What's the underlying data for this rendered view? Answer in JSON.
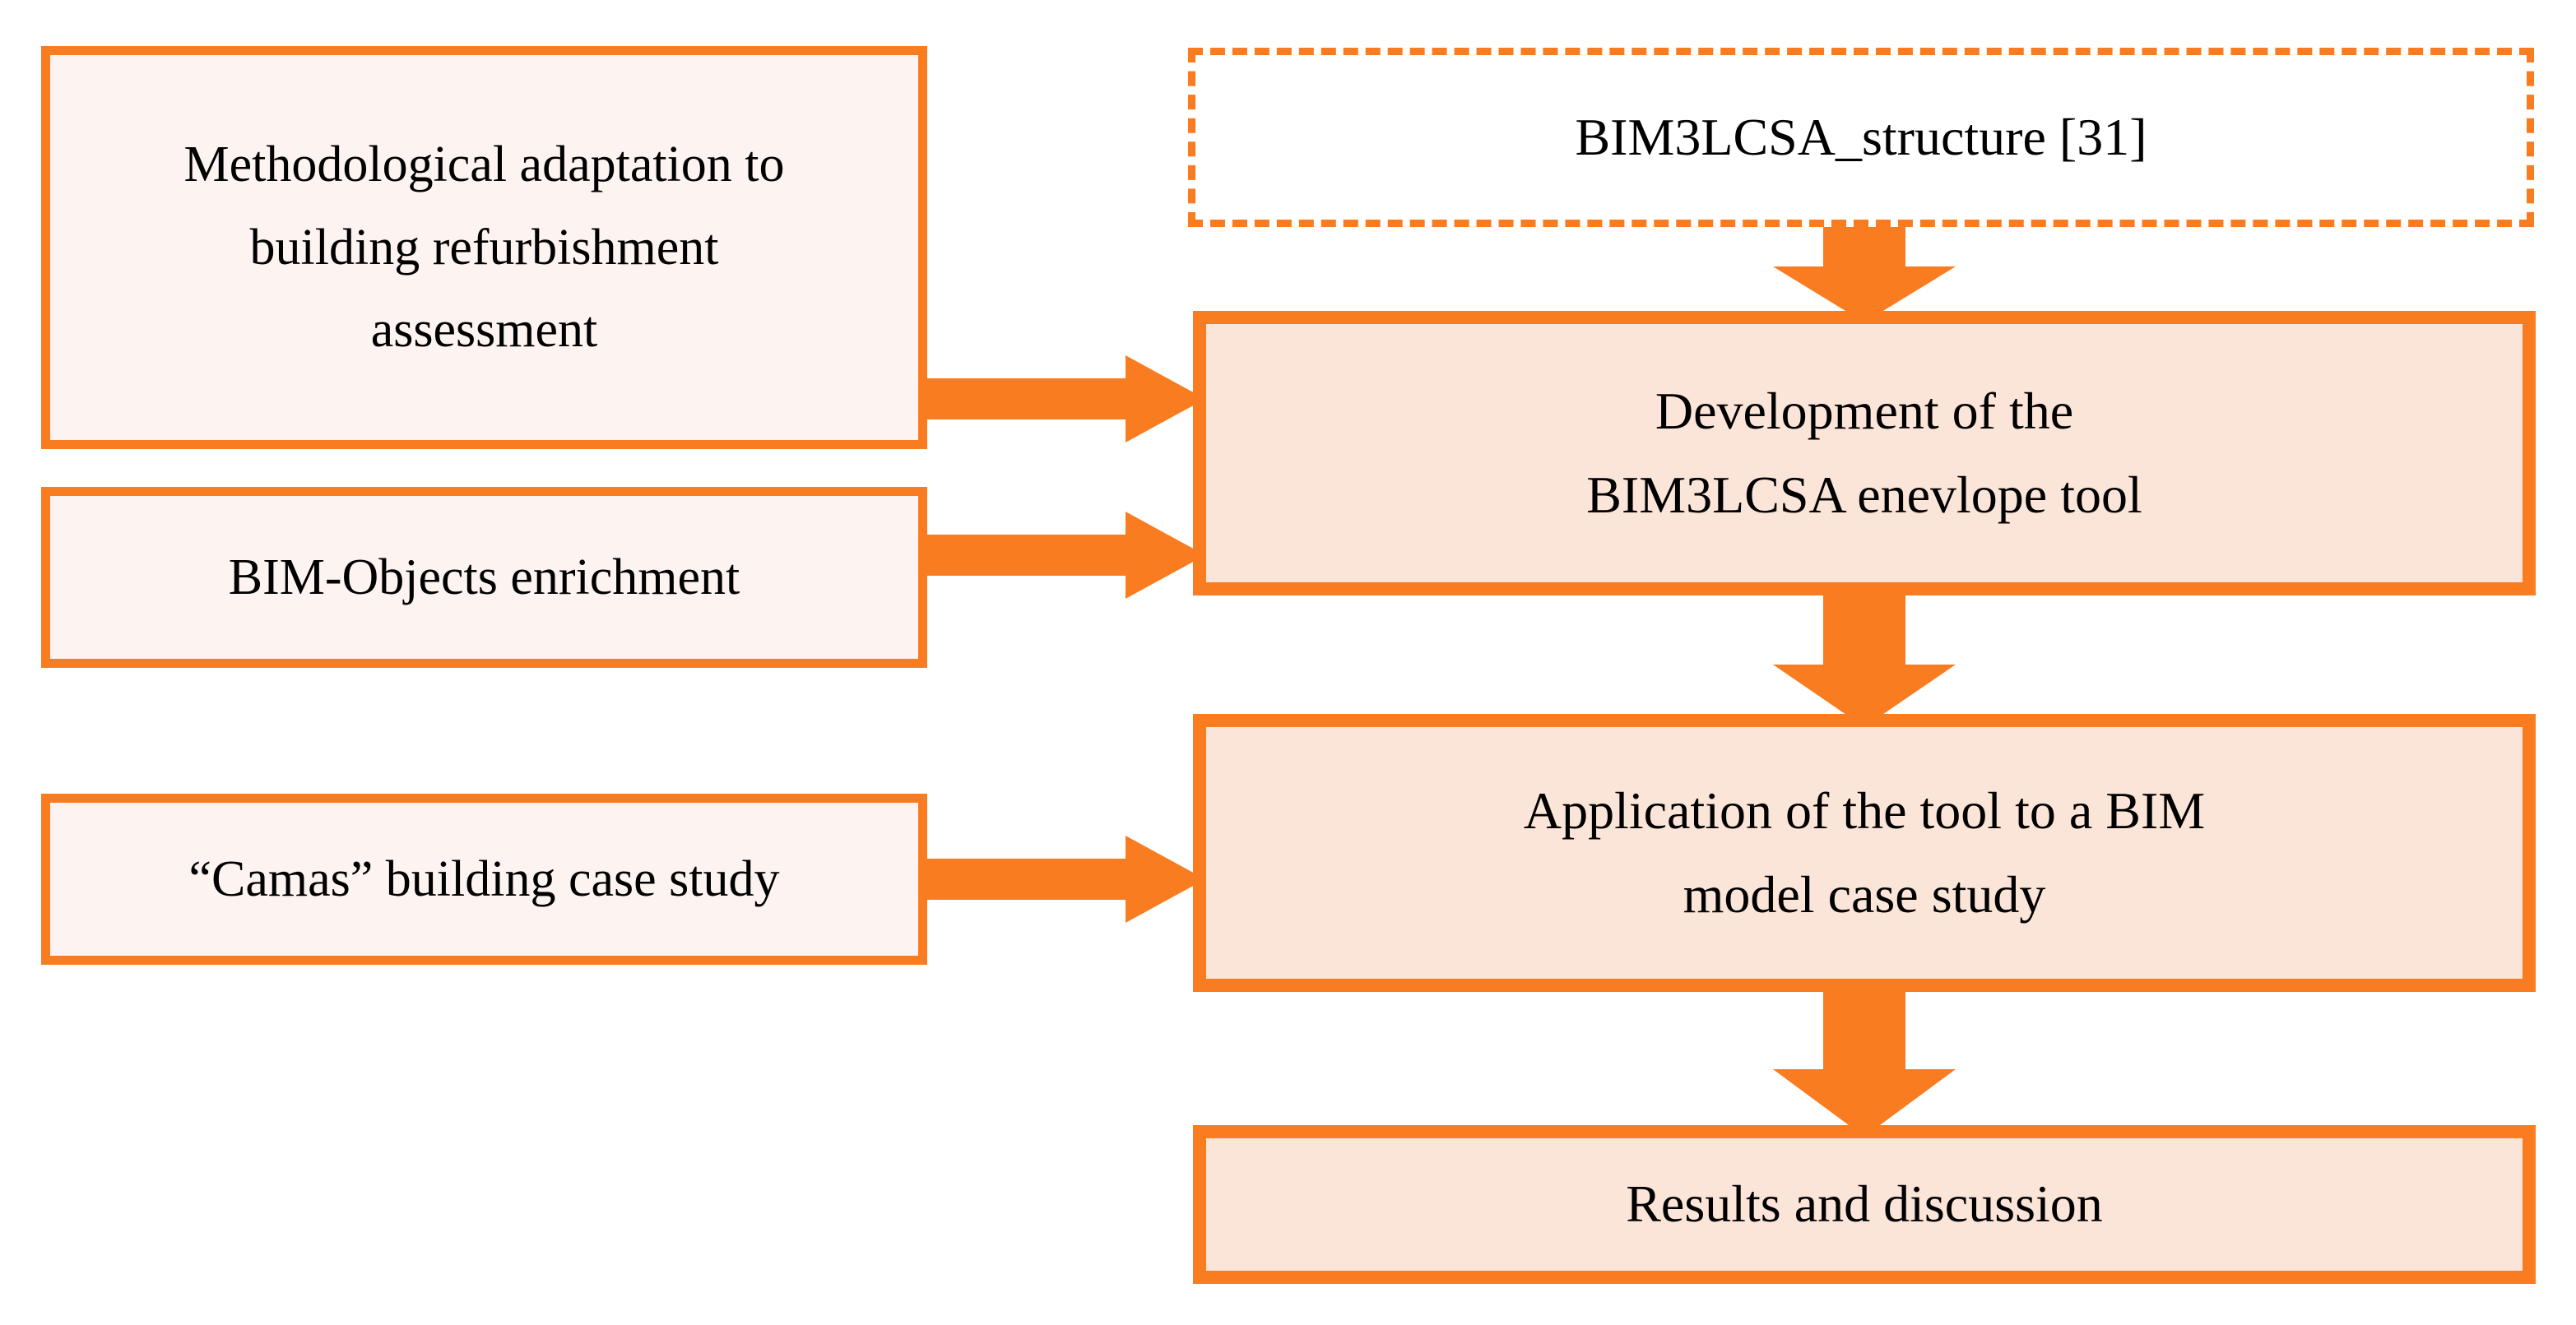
{
  "diagram": {
    "title": "Research methodology flowchart",
    "colors": {
      "accent": "#F97C20",
      "input_fill": "#FDF3F0",
      "process_fill": "#FBE4D8",
      "reference_fill": "#FFFFFF",
      "text": "#000000",
      "background": "#FFFFFF"
    },
    "nodes": [
      {
        "id": "methodological-adaptation",
        "label": "Methodological adaptation to\nbuilding refurbishment\nassessment",
        "kind": "input"
      },
      {
        "id": "bim-objects-enrichment",
        "label": "BIM-Objects enrichment",
        "kind": "input"
      },
      {
        "id": "camas-case-study",
        "label": "“Camas” building case study",
        "kind": "input"
      },
      {
        "id": "bim3lcsa-structure",
        "label": "BIM3LCSA_structure [31]",
        "kind": "reference"
      },
      {
        "id": "tool-development",
        "label": "Development of the\nBIM3LCSA  enevlope tool",
        "kind": "process"
      },
      {
        "id": "tool-application",
        "label": "Application of the tool to a BIM\nmodel case study",
        "kind": "process"
      },
      {
        "id": "results-discussion",
        "label": "Results and discussion",
        "kind": "process"
      }
    ],
    "edges": [
      {
        "id": "edge-methodological-to-development",
        "from": "methodological-adaptation",
        "to": "tool-development",
        "direction": "right"
      },
      {
        "id": "edge-enrichment-to-development",
        "from": "bim-objects-enrichment",
        "to": "tool-development",
        "direction": "right"
      },
      {
        "id": "edge-camas-to-application",
        "from": "camas-case-study",
        "to": "tool-application",
        "direction": "right"
      },
      {
        "id": "edge-structure-to-development",
        "from": "bim3lcsa-structure",
        "to": "tool-development",
        "direction": "down"
      },
      {
        "id": "edge-development-to-application",
        "from": "tool-development",
        "to": "tool-application",
        "direction": "down"
      },
      {
        "id": "edge-application-to-results",
        "from": "tool-application",
        "to": "results-discussion",
        "direction": "down"
      }
    ]
  }
}
